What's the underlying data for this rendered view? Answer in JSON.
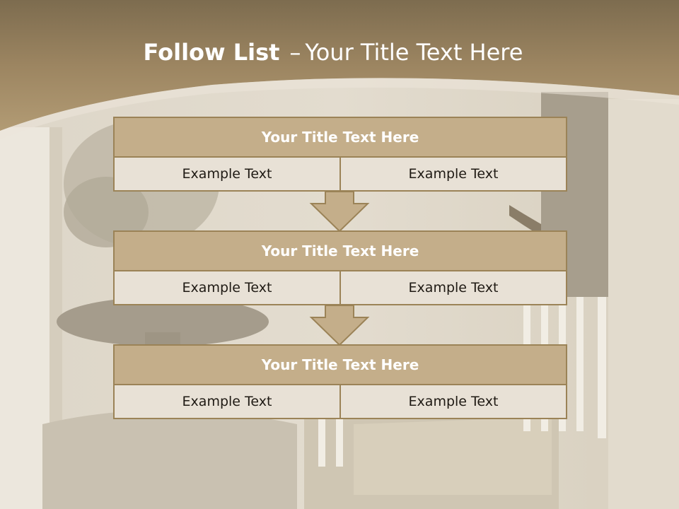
{
  "slide": {
    "title_bold": "Follow List",
    "title_sep": "–",
    "title_rest": "Your Title Text Here"
  },
  "blocks": [
    {
      "title": "Your Title Text Here",
      "left": "Example Text",
      "right": "Example Text"
    },
    {
      "title": "Your Title Text Here",
      "left": "Example Text",
      "right": "Example Text"
    },
    {
      "title": "Your Title Text Here",
      "left": "Example Text",
      "right": "Example Text"
    }
  ],
  "colors": {
    "header_gold": "#a8916a",
    "block_header": "#c4ae8a",
    "block_border": "#9b8357",
    "block_body": "#e8e1d6",
    "arrow_fill": "#c4ae8a"
  }
}
